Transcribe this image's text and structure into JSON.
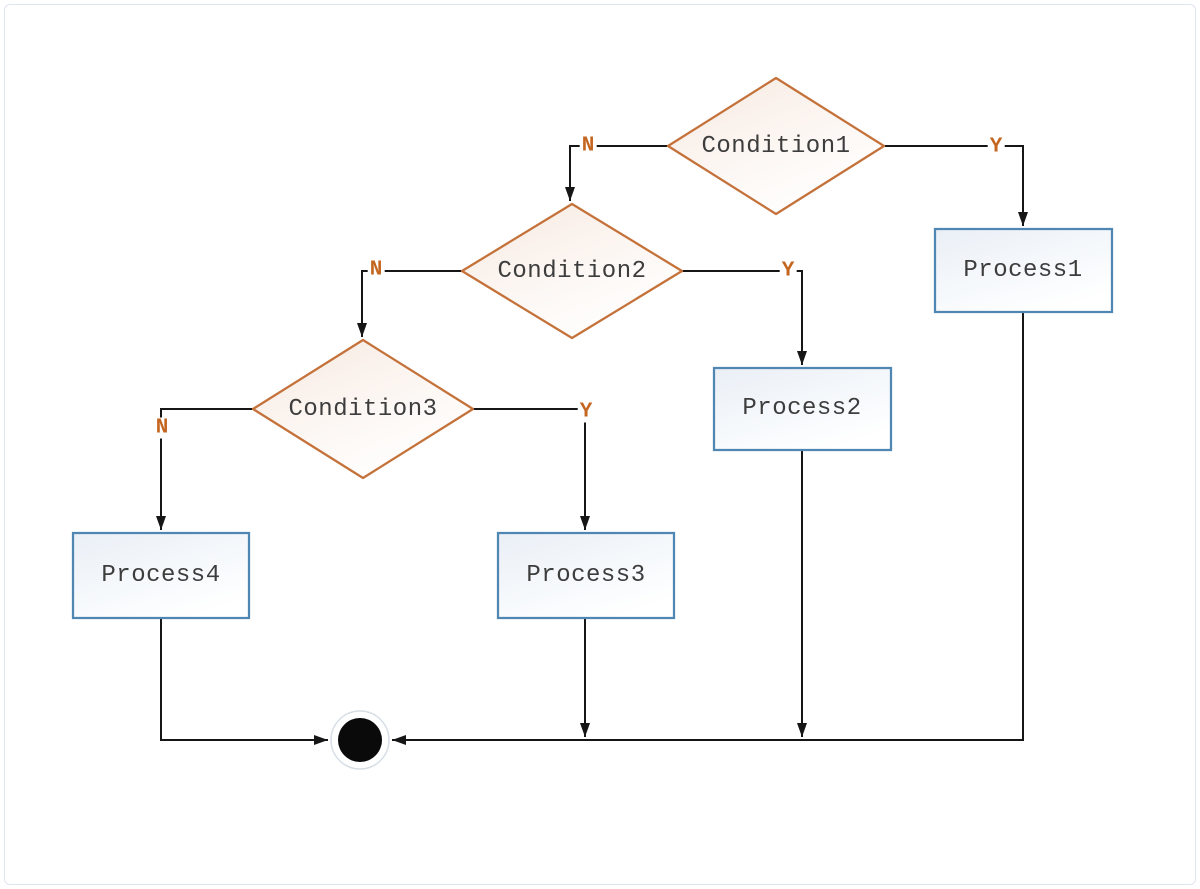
{
  "colors": {
    "canvas_frame": "#dfe5ee",
    "decision_border": "#c4713a",
    "process_border": "#4f86b2",
    "edge": "#161616",
    "node_text": "#3d3d3d",
    "branch_text": "#c4661f",
    "end_fill": "#0a0a0a",
    "end_ring": "#d8dee6"
  },
  "diagram": {
    "type": "flowchart",
    "nodes": [
      {
        "id": "condition1",
        "type": "decision",
        "label": "Condition1"
      },
      {
        "id": "condition2",
        "type": "decision",
        "label": "Condition2"
      },
      {
        "id": "condition3",
        "type": "decision",
        "label": "Condition3"
      },
      {
        "id": "process1",
        "type": "process",
        "label": "Process1"
      },
      {
        "id": "process2",
        "type": "process",
        "label": "Process2"
      },
      {
        "id": "process3",
        "type": "process",
        "label": "Process3"
      },
      {
        "id": "process4",
        "type": "process",
        "label": "Process4"
      },
      {
        "id": "end",
        "type": "end-terminator",
        "label": ""
      }
    ],
    "edges": [
      {
        "from": "condition1",
        "to": "condition2",
        "label": "N"
      },
      {
        "from": "condition1",
        "to": "process1",
        "label": "Y"
      },
      {
        "from": "condition2",
        "to": "condition3",
        "label": "N"
      },
      {
        "from": "condition2",
        "to": "process2",
        "label": "Y"
      },
      {
        "from": "condition3",
        "to": "process4",
        "label": "N"
      },
      {
        "from": "condition3",
        "to": "process3",
        "label": "Y"
      },
      {
        "from": "process1",
        "to": "end",
        "label": ""
      },
      {
        "from": "process2",
        "to": "end",
        "label": ""
      },
      {
        "from": "process3",
        "to": "end",
        "label": ""
      },
      {
        "from": "process4",
        "to": "end",
        "label": ""
      }
    ]
  }
}
